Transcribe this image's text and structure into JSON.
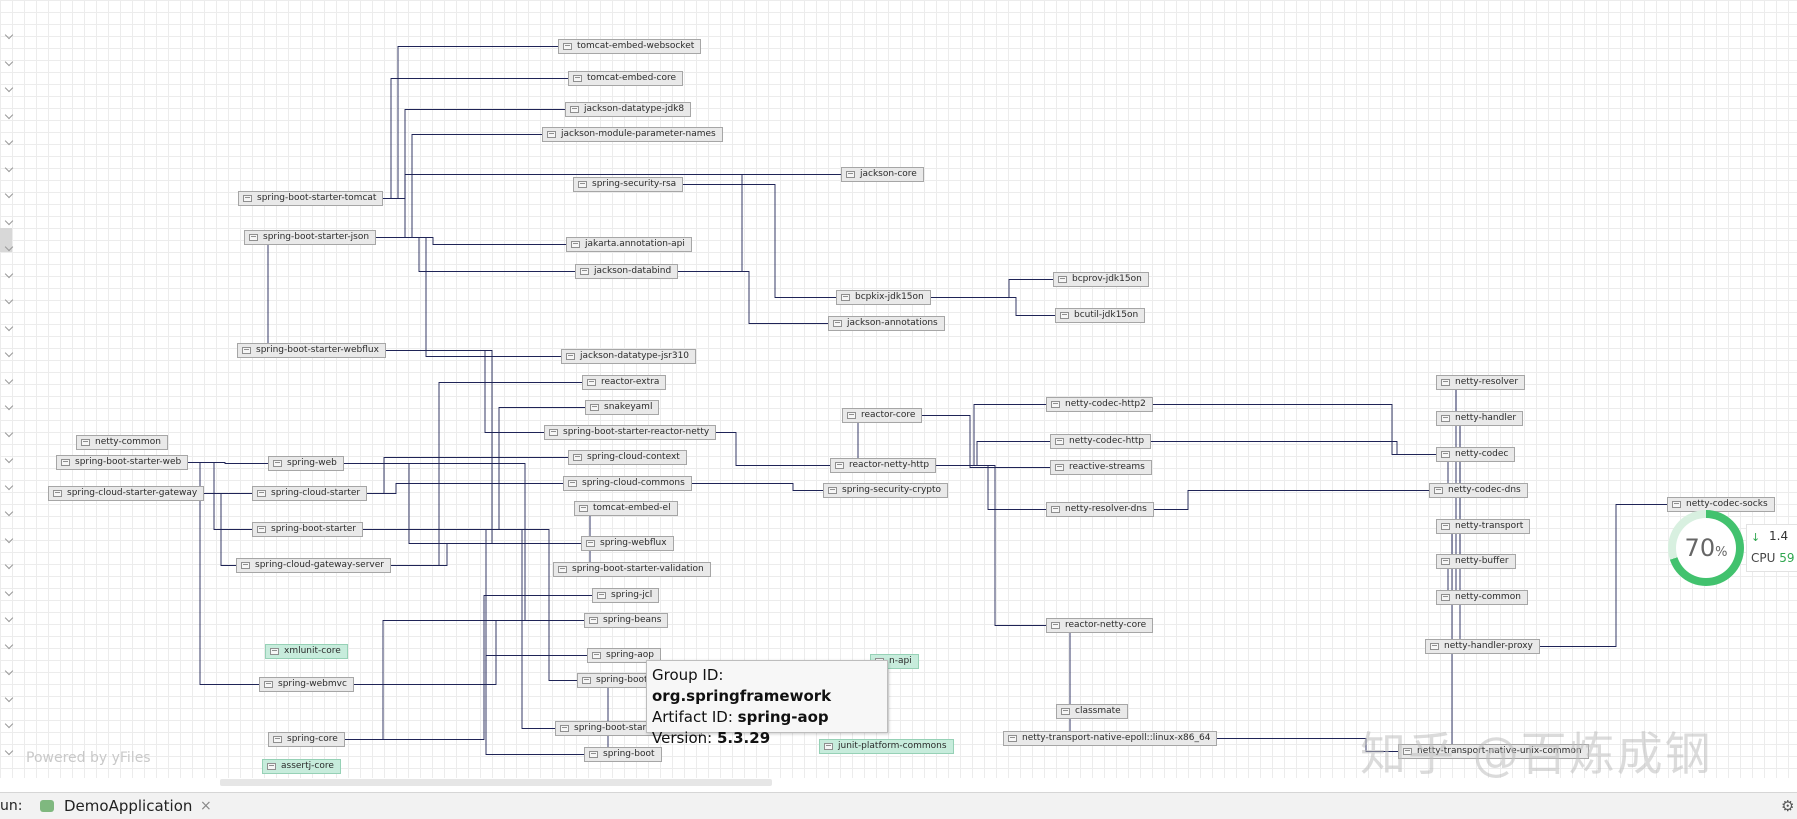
{
  "diagram": {
    "nodes": [
      {
        "id": "n1",
        "label": "tomcat-embed-websocket"
      },
      {
        "id": "n2",
        "label": "tomcat-embed-core"
      },
      {
        "id": "n3",
        "label": "jackson-datatype-jdk8"
      },
      {
        "id": "n4",
        "label": "jackson-module-parameter-names"
      },
      {
        "id": "n5",
        "label": "spring-security-rsa"
      },
      {
        "id": "n6",
        "label": "jackson-core"
      },
      {
        "id": "n7",
        "label": "spring-boot-starter-tomcat"
      },
      {
        "id": "n8",
        "label": "spring-boot-starter-json"
      },
      {
        "id": "n9",
        "label": "jakarta.annotation-api"
      },
      {
        "id": "n10",
        "label": "jackson-databind"
      },
      {
        "id": "n11",
        "label": "bcprov-jdk15on"
      },
      {
        "id": "n12",
        "label": "bcpkix-jdk15on"
      },
      {
        "id": "n13",
        "label": "bcutil-jdk15on"
      },
      {
        "id": "n14",
        "label": "jackson-annotations"
      },
      {
        "id": "n15",
        "label": "spring-boot-starter-webflux"
      },
      {
        "id": "n16",
        "label": "jackson-datatype-jsr310"
      },
      {
        "id": "n17",
        "label": "reactor-extra"
      },
      {
        "id": "n18",
        "label": "netty-resolver"
      },
      {
        "id": "n19",
        "label": "snakeyaml"
      },
      {
        "id": "n20",
        "label": "netty-codec-http2"
      },
      {
        "id": "n21",
        "label": "reactor-core"
      },
      {
        "id": "n22",
        "label": "netty-handler"
      },
      {
        "id": "n23",
        "label": "spring-boot-starter-reactor-netty"
      },
      {
        "id": "n24",
        "label": "netty-common"
      },
      {
        "id": "n25",
        "label": "netty-codec-http"
      },
      {
        "id": "n26",
        "label": "netty-codec"
      },
      {
        "id": "n27",
        "label": "spring-boot-starter-web"
      },
      {
        "id": "n28",
        "label": "spring-cloud-context"
      },
      {
        "id": "n29",
        "label": "spring-web"
      },
      {
        "id": "n30",
        "label": "reactor-netty-http"
      },
      {
        "id": "n31",
        "label": "reactive-streams"
      },
      {
        "id": "n32",
        "label": "spring-cloud-starter-gateway"
      },
      {
        "id": "n33",
        "label": "spring-cloud-starter"
      },
      {
        "id": "n34",
        "label": "spring-cloud-commons"
      },
      {
        "id": "n35",
        "label": "spring-security-crypto"
      },
      {
        "id": "n36",
        "label": "netty-codec-dns"
      },
      {
        "id": "n37",
        "label": "tomcat-embed-el"
      },
      {
        "id": "n38",
        "label": "netty-resolver-dns"
      },
      {
        "id": "n39",
        "label": "netty-codec-socks"
      },
      {
        "id": "n40",
        "label": "spring-boot-starter"
      },
      {
        "id": "n41",
        "label": "netty-transport"
      },
      {
        "id": "n42",
        "label": "spring-webflux"
      },
      {
        "id": "n43",
        "label": "netty-buffer"
      },
      {
        "id": "n44",
        "label": "spring-cloud-gateway-server"
      },
      {
        "id": "n45",
        "label": "spring-boot-starter-validation"
      },
      {
        "id": "n46",
        "label": "spring-jcl"
      },
      {
        "id": "n47",
        "label": "netty-common"
      },
      {
        "id": "n48",
        "label": "spring-beans"
      },
      {
        "id": "n49",
        "label": "reactor-netty-core"
      },
      {
        "id": "n50",
        "label": "netty-handler-proxy"
      },
      {
        "id": "n51",
        "label": "xmlunit-core"
      },
      {
        "id": "n52",
        "label": "spring-aop"
      },
      {
        "id": "n53",
        "label": "n-api"
      },
      {
        "id": "n54",
        "label": "spring-webmvc"
      },
      {
        "id": "n55",
        "label": "spring-boot-autoco"
      },
      {
        "id": "n56",
        "label": "classmate"
      },
      {
        "id": "n57",
        "label": "spring-boot-starter-logging"
      },
      {
        "id": "n58",
        "label": "spring-core"
      },
      {
        "id": "n59",
        "label": "netty-transport-native-epoll::linux-x86_64"
      },
      {
        "id": "n60",
        "label": "junit-platform-commons"
      },
      {
        "id": "n61",
        "label": "spring-boot"
      },
      {
        "id": "n62",
        "label": "netty-transport-native-unix-common"
      },
      {
        "id": "n63",
        "label": "assertj-core"
      }
    ],
    "edges": [
      [
        "n7",
        "n2"
      ],
      [
        "n7",
        "n1"
      ],
      [
        "n7",
        "n6"
      ],
      [
        "n8",
        "n3"
      ],
      [
        "n8",
        "n4"
      ],
      [
        "n8",
        "n10"
      ],
      [
        "n8",
        "n16"
      ],
      [
        "n8",
        "n9"
      ],
      [
        "n10",
        "n6"
      ],
      [
        "n10",
        "n14"
      ],
      [
        "n12",
        "n11"
      ],
      [
        "n12",
        "n13"
      ],
      [
        "n5",
        "n12"
      ],
      [
        "n15",
        "n23"
      ],
      [
        "n15",
        "n42"
      ],
      [
        "n15",
        "n8"
      ],
      [
        "n23",
        "n30"
      ],
      [
        "n30",
        "n21"
      ],
      [
        "n30",
        "n20"
      ],
      [
        "n30",
        "n25"
      ],
      [
        "n30",
        "n38"
      ],
      [
        "n30",
        "n49"
      ],
      [
        "n21",
        "n31"
      ],
      [
        "n27",
        "n29"
      ],
      [
        "n27",
        "n40"
      ],
      [
        "n27",
        "n54"
      ],
      [
        "n32",
        "n33"
      ],
      [
        "n32",
        "n44"
      ],
      [
        "n33",
        "n28"
      ],
      [
        "n33",
        "n34"
      ],
      [
        "n34",
        "n35"
      ],
      [
        "n44",
        "n17"
      ],
      [
        "n44",
        "n42"
      ],
      [
        "n20",
        "n26"
      ],
      [
        "n25",
        "n26"
      ],
      [
        "n26",
        "n43"
      ],
      [
        "n43",
        "n47"
      ],
      [
        "n41",
        "n43"
      ],
      [
        "n22",
        "n18"
      ],
      [
        "n22",
        "n41"
      ],
      [
        "n36",
        "n26"
      ],
      [
        "n38",
        "n36"
      ],
      [
        "n50",
        "n39"
      ],
      [
        "n49",
        "n59"
      ],
      [
        "n59",
        "n62"
      ],
      [
        "n62",
        "n41"
      ],
      [
        "n40",
        "n61"
      ],
      [
        "n40",
        "n57"
      ],
      [
        "n40",
        "n19"
      ],
      [
        "n54",
        "n52"
      ],
      [
        "n54",
        "n48"
      ],
      [
        "n48",
        "n58"
      ],
      [
        "n58",
        "n46"
      ],
      [
        "n45",
        "n37"
      ],
      [
        "n40",
        "n55"
      ],
      [
        "n55",
        "n61"
      ],
      [
        "n42",
        "n29"
      ],
      [
        "n29",
        "n48"
      ],
      [
        "n18",
        "n47"
      ],
      [
        "n50",
        "n22"
      ]
    ]
  },
  "watermark": "Powered by yFiles",
  "zhihu_watermark": "知乎 @百炼成钢",
  "tooltip": {
    "group_label": "Group ID: ",
    "group_value": "org.springframework",
    "artifact_label": "Artifact ID: ",
    "artifact_value": "spring-aop",
    "version_label": "Version: ",
    "version_value": "5.3.29"
  },
  "cpu_widget": {
    "percent_number": "70",
    "percent_sign": "%",
    "percent_value": 70,
    "speed": "1.4",
    "cpu_label": "CPU",
    "cpu_value": "59"
  },
  "run_bar": {
    "label": "un:",
    "tab": "DemoApplication",
    "close": "×"
  },
  "colors": {
    "node_fill": "#e9e9e9",
    "node_green": "#c7ecdc",
    "edge": "#1f2457",
    "cpu_ring": "#42c26e"
  },
  "icons": {
    "node": "jar-icon",
    "gutter": "fold-marker-icon",
    "run": "run-config-icon",
    "close": "close-icon",
    "settings": "gear-icon"
  }
}
